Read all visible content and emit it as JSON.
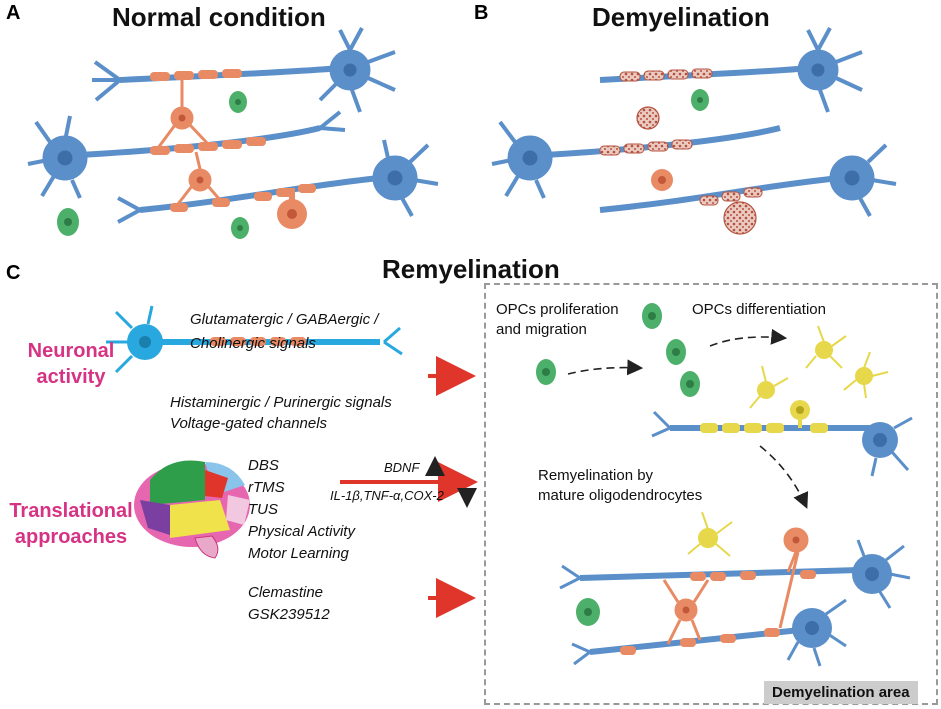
{
  "panels": {
    "a": {
      "letter": "A",
      "title": "Normal condition"
    },
    "b": {
      "letter": "B",
      "title": "Demyelination"
    },
    "c": {
      "letter": "C",
      "title": "Remyelination"
    }
  },
  "neuronal": {
    "label_line1": "Neuronal",
    "label_line2": "activity",
    "signals_line1": "Glutamatergic / GABAergic /",
    "signals_line2": "Cholinergic signals",
    "signals_line3": "Histaminergic / Purinergic signals",
    "signals_line4": "Voltage-gated channels"
  },
  "translational": {
    "label_line1": "Translational",
    "label_line2": "approaches",
    "items": [
      "DBS",
      "rTMS",
      "TUS",
      "Physical Activity",
      "Motor Learning"
    ],
    "drugs": [
      "Clemastine",
      "GSK239512"
    ],
    "bdnf": "BDNF",
    "cytokines": "IL-1β,TNF-α,COX-2"
  },
  "remyelination": {
    "opc_prolif_line1": "OPCs proliferation",
    "opc_prolif_line2": "and migration",
    "opc_diff": "OPCs differentiation",
    "mature_line1": "Remyelination by",
    "mature_line2": "mature oligodendrocytes",
    "area_tag": "Demyelination area"
  },
  "colors": {
    "neuron": "#5b8fc9",
    "neuron_dark": "#3d6ea8",
    "oligo": "#e88a64",
    "opc": "#4caf6a",
    "mature_yellow": "#e6d84a",
    "arrow_red": "#e0352b",
    "magenta": "#d63384",
    "bright_neuron": "#29a8e0"
  }
}
